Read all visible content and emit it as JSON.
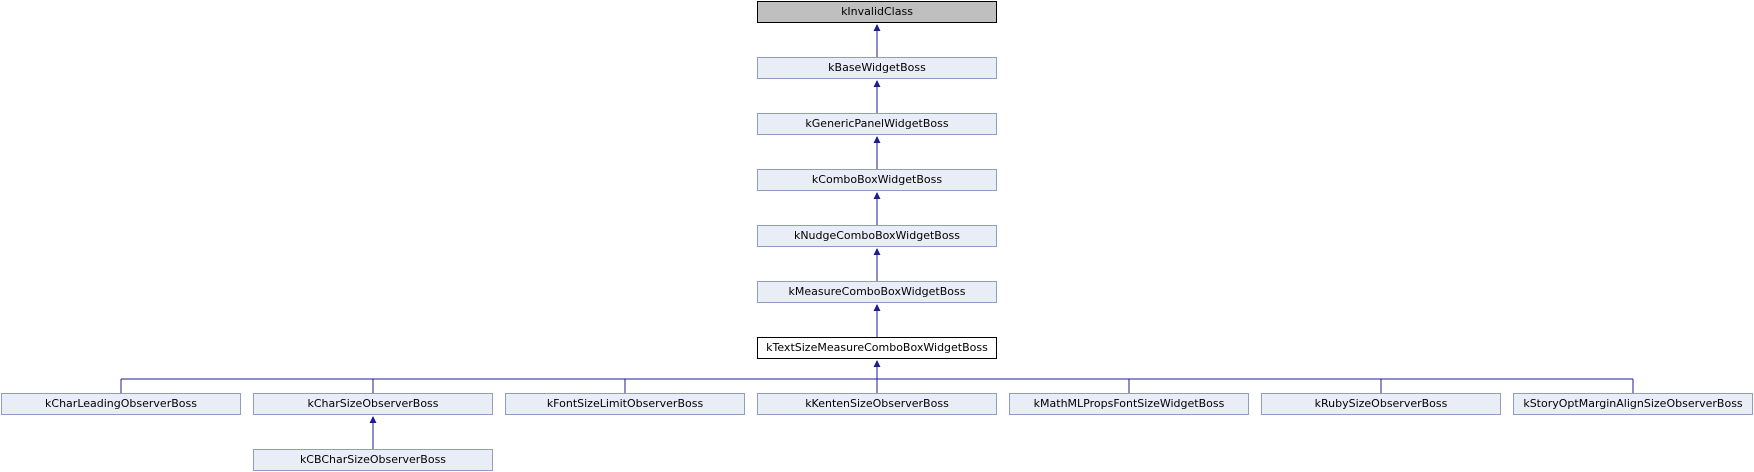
{
  "diagram": {
    "type": "class-inheritance-graph",
    "colors": {
      "edge": "#1c1c8c",
      "node_fill": "#e9edf6",
      "node_border": "#8f9cc4",
      "root_fill": "#bfbfbf",
      "focus_fill": "#ffffff"
    },
    "nodes": {
      "n0": "kInvalidClass",
      "n1": "kBaseWidgetBoss",
      "n2": "kGenericPanelWidgetBoss",
      "n3": "kComboBoxWidgetBoss",
      "n4": "kNudgeComboBoxWidgetBoss",
      "n5": "kMeasureComboBoxWidgetBoss",
      "n6": "kTextSizeMeasureComboBoxWidgetBoss",
      "c0": "kCharLeadingObserverBoss",
      "c1": "kCharSizeObserverBoss",
      "c2": "kFontSizeLimitObserverBoss",
      "c3": "kKentenSizeObserverBoss",
      "c4": "kMathMLPropsFontSizeWidgetBoss",
      "c5": "kRubySizeObserverBoss",
      "c6": "kStoryOptMarginAlignSizeObserverBoss",
      "g0": "kCBCharSizeObserverBoss"
    },
    "edges": [
      [
        "n1",
        "n0"
      ],
      [
        "n2",
        "n1"
      ],
      [
        "n3",
        "n2"
      ],
      [
        "n4",
        "n3"
      ],
      [
        "n5",
        "n4"
      ],
      [
        "n6",
        "n5"
      ],
      [
        "c0",
        "n6"
      ],
      [
        "c1",
        "n6"
      ],
      [
        "c2",
        "n6"
      ],
      [
        "c3",
        "n6"
      ],
      [
        "c4",
        "n6"
      ],
      [
        "c5",
        "n6"
      ],
      [
        "c6",
        "n6"
      ],
      [
        "g0",
        "c1"
      ]
    ]
  }
}
